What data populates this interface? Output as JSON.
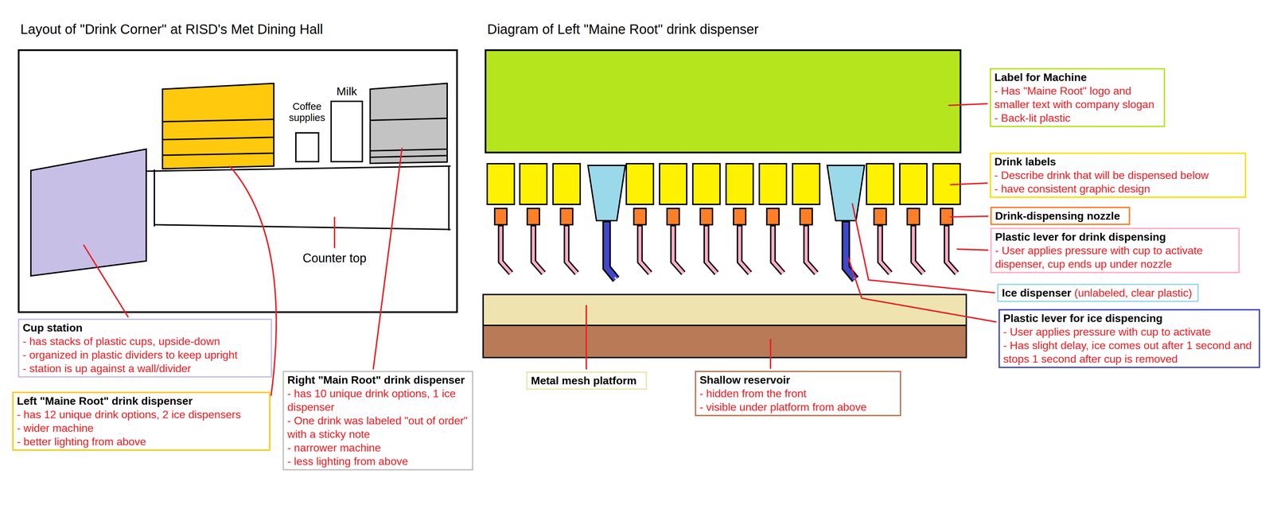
{
  "diagram": {
    "nodes": [
      {
        "text": [
          "Coffee supplies"
        ]
      },
      {
        "text": [
          "Milk"
        ]
      },
      {
        "text": [
          "Cup station",
          "- has stacks of plastic cups, upside-down",
          "- organized in plastic dividers to keep upright",
          "- station is up against a wall/divider"
        ]
      },
      {
        "text": [
          "Left \"Maine Root\" drink dispenser",
          "- has 12 unique drink options, 2 ice dispensers",
          "- wider machine",
          "- better lighting from above"
        ]
      },
      {
        "text": [
          "Right \"Main Root\" drink dispenser",
          "- has 10 unique drink options, 1 ice dispenser",
          "- One drink was labeled \"out of order\" with a sticky note",
          "- narrower machine",
          "- less lighting from above"
        ]
      },
      {
        "text": [
          "Label for Machine",
          "- Has \"Maine Root\" logo and smaller text with company slogan",
          "- Back-lit plastic"
        ]
      },
      {
        "text": [
          "Drink labels",
          "- Describe drink that will be dispensed below",
          "- have consistent graphic design"
        ]
      },
      {
        "text": [
          "Drink-dispensing nozzle"
        ]
      },
      {
        "text": [
          "Plastic lever for drink dispensing",
          "- User applies pressure with cup to activate dispenser, cup ends up under nozzle"
        ]
      },
      {
        "text": [
          "Ice dispenser",
          "(unlabeled, clear plastic)"
        ]
      },
      {
        "text": [
          "Plastic lever for ice dispencing",
          "- User applies pressure with cup to activate",
          "- Has slight delay, ice comes out after 1 second and stops 1 second after cup is removed"
        ]
      },
      {
        "text": [
          "Metal mesh platform"
        ]
      },
      {
        "text": [
          "Shallow reservoir",
          "- hidden from the front",
          "- visible under platform from above"
        ]
      }
    ],
    "labels": [
      "Layout of \"Drink Corner\" at RISD's Met Dining Hall",
      "Diagram of Left \"Maine Root\" drink dispenser",
      "Counter top"
    ]
  }
}
